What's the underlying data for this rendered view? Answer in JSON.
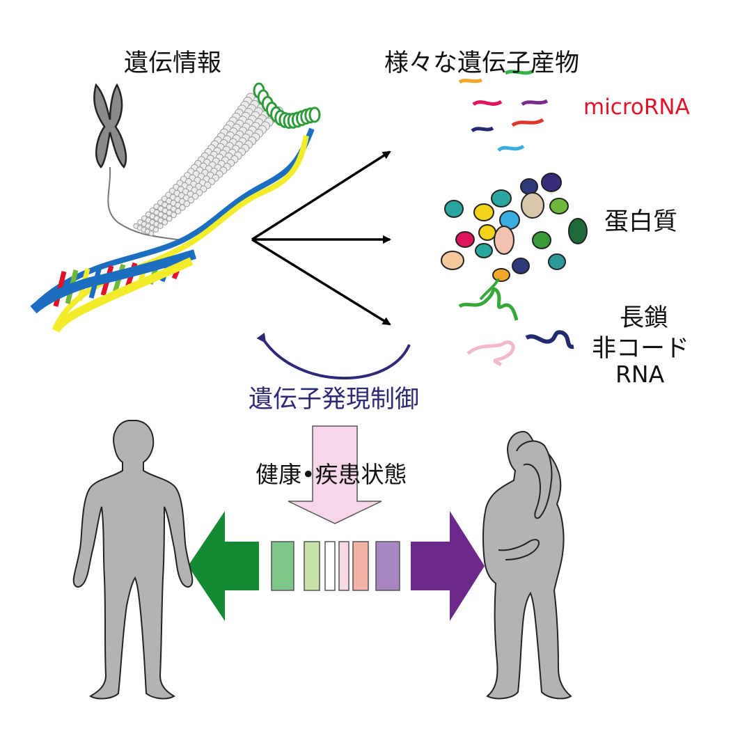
{
  "labels": {
    "genetic_info": "遺伝情報",
    "gene_products": "様々な遺伝子産物",
    "microrna": "microRNA",
    "protein": "蛋白質",
    "lncrna_line1": "長鎖",
    "lncrna_line2": "非コード",
    "lncrna_line3": "RNA",
    "gene_regulation": "遺伝子発現制御",
    "health_disease": "健康•疾患状態"
  },
  "colors": {
    "microrna_label": "#e0132a",
    "regulation_label": "#2e2a78",
    "regulation_arrow": "#2e2a78",
    "pink_arrow_fill": "#f8d6ea",
    "green_arrow": "#138a33",
    "purple_arrow": "#6b2a8a",
    "dna_blue": "#1c6fc0",
    "dna_yellow": "#f3ec2a",
    "body_gray": "#b3b3b3"
  },
  "spectrum": [
    {
      "color": "#7fc68b"
    },
    {
      "color": "#c6e2a6"
    },
    {
      "color": "#ffffff"
    },
    {
      "color": "#f6d9e4"
    },
    {
      "color": "#f2b3a6"
    },
    {
      "color": "#a886c2"
    }
  ],
  "icons": {
    "chromosome": "chromosome-icon",
    "dna": "dna-helix-icon",
    "healthy_person": "healthy-person-icon",
    "sick_person": "sick-person-icon"
  }
}
